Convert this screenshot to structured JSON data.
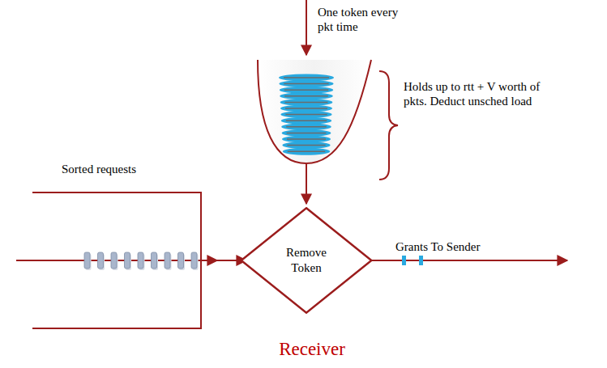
{
  "diagram": {
    "nodes": [
      {
        "text": [
          "Remove Token"
        ]
      }
    ],
    "labels": [
      "One token every pkt time",
      "Holds up to rtt + V worth of pkts. Deduct unsched load",
      "Sorted requests",
      "Grants To Sender",
      "Receiver"
    ]
  }
}
